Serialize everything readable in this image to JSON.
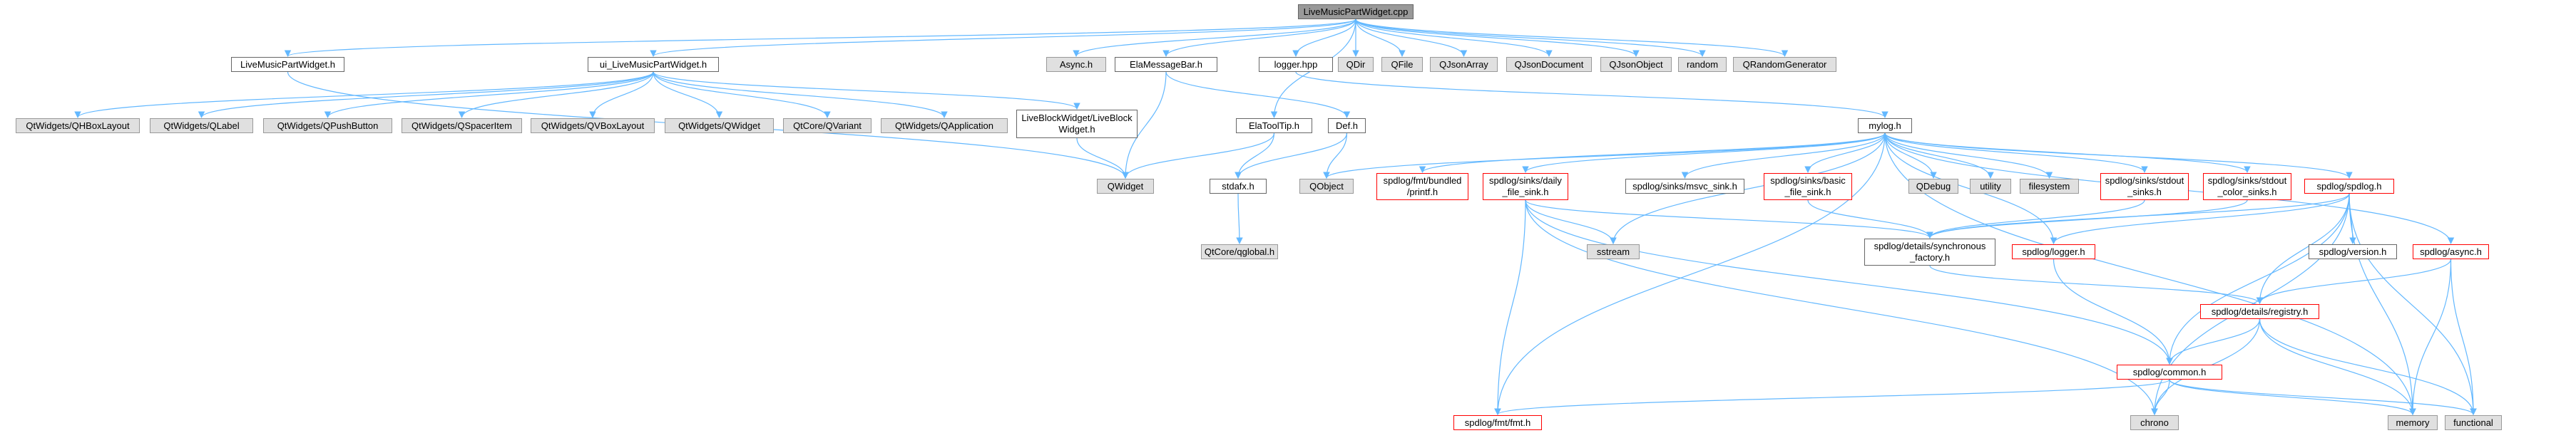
{
  "graph": {
    "edge_color": "#63b8ff",
    "colors": {
      "internal_border": "#666666",
      "missing_border": "#ff0000",
      "external_fill": "#e0e0e0",
      "root_fill": "#999999"
    },
    "nodes": [
      {
        "id": "root",
        "label": "LiveMusicPartWidget.cpp",
        "kind": "root"
      },
      {
        "id": "lmpw_h",
        "label": "LiveMusicPartWidget.h",
        "kind": "white"
      },
      {
        "id": "ui_lmpw_h",
        "label": "ui_LiveMusicPartWidget.h",
        "kind": "white"
      },
      {
        "id": "async_h",
        "label": "Async.h",
        "kind": "grey"
      },
      {
        "id": "ela_h",
        "label": "ElaMessageBar.h",
        "kind": "white"
      },
      {
        "id": "logger_hpp",
        "label": "logger.hpp",
        "kind": "white"
      },
      {
        "id": "qdir",
        "label": "QDir",
        "kind": "grey"
      },
      {
        "id": "qfile",
        "label": "QFile",
        "kind": "grey"
      },
      {
        "id": "qjsonarray",
        "label": "QJsonArray",
        "kind": "grey"
      },
      {
        "id": "qjsondocument",
        "label": "QJsonDocument",
        "kind": "grey"
      },
      {
        "id": "qjsonobject",
        "label": "QJsonObject",
        "kind": "grey"
      },
      {
        "id": "random",
        "label": "random",
        "kind": "grey"
      },
      {
        "id": "qrandomgenerator",
        "label": "QRandomGenerator",
        "kind": "grey"
      },
      {
        "id": "qhbox",
        "label": "QtWidgets/QHBoxLayout",
        "kind": "grey"
      },
      {
        "id": "qlabel",
        "label": "QtWidgets/QLabel",
        "kind": "grey"
      },
      {
        "id": "qpushbutton",
        "label": "QtWidgets/QPushButton",
        "kind": "grey"
      },
      {
        "id": "qspacer",
        "label": "QtWidgets/QSpacerItem",
        "kind": "grey"
      },
      {
        "id": "qvbox",
        "label": "QtWidgets/QVBoxLayout",
        "kind": "grey"
      },
      {
        "id": "qwidget_w",
        "label": "QtWidgets/QWidget",
        "kind": "grey"
      },
      {
        "id": "qvariant",
        "label": "QtCore/QVariant",
        "kind": "grey"
      },
      {
        "id": "qapplication",
        "label": "QtWidgets/QApplication",
        "kind": "grey"
      },
      {
        "id": "liveblock",
        "label": "LiveBlockWidget/LiveBlock Widget.h",
        "kind": "white"
      },
      {
        "id": "elatooltip",
        "label": "ElaToolTip.h",
        "kind": "white"
      },
      {
        "id": "def_h",
        "label": "Def.h",
        "kind": "white"
      },
      {
        "id": "mylog",
        "label": "mylog.h",
        "kind": "white"
      },
      {
        "id": "qwidget",
        "label": "QWidget",
        "kind": "grey"
      },
      {
        "id": "stdafx",
        "label": "stdafx.h",
        "kind": "white"
      },
      {
        "id": "qobject",
        "label": "QObject",
        "kind": "grey"
      },
      {
        "id": "qglobal",
        "label": "QtCore/qglobal.h",
        "kind": "grey"
      },
      {
        "id": "printf",
        "label": "spdlog/fmt/bundled /printf.h",
        "kind": "red"
      },
      {
        "id": "daily",
        "label": "spdlog/sinks/daily _file_sink.h",
        "kind": "red"
      },
      {
        "id": "msvc",
        "label": "spdlog/sinks/msvc_sink.h",
        "kind": "white"
      },
      {
        "id": "basic",
        "label": "spdlog/sinks/basic _file_sink.h",
        "kind": "red"
      },
      {
        "id": "qdebug",
        "label": "QDebug",
        "kind": "grey"
      },
      {
        "id": "utility",
        "label": "utility",
        "kind": "grey"
      },
      {
        "id": "filesystem",
        "label": "filesystem",
        "kind": "grey"
      },
      {
        "id": "stdout",
        "label": "spdlog/sinks/stdout _sinks.h",
        "kind": "red"
      },
      {
        "id": "stdout_color",
        "label": "spdlog/sinks/stdout _color_sinks.h",
        "kind": "red"
      },
      {
        "id": "spdlog_h",
        "label": "spdlog/spdlog.h",
        "kind": "red"
      },
      {
        "id": "sstream",
        "label": "sstream",
        "kind": "grey"
      },
      {
        "id": "sync_factory",
        "label": "spdlog/details/synchronous _factory.h",
        "kind": "white"
      },
      {
        "id": "logger_h",
        "label": "spdlog/logger.h",
        "kind": "red"
      },
      {
        "id": "version",
        "label": "spdlog/version.h",
        "kind": "white"
      },
      {
        "id": "async_sp",
        "label": "spdlog/async.h",
        "kind": "red"
      },
      {
        "id": "registry",
        "label": "spdlog/details/registry.h",
        "kind": "red"
      },
      {
        "id": "common",
        "label": "spdlog/common.h",
        "kind": "red"
      },
      {
        "id": "fmt",
        "label": "spdlog/fmt/fmt.h",
        "kind": "red"
      },
      {
        "id": "chrono",
        "label": "chrono",
        "kind": "grey"
      },
      {
        "id": "memory",
        "label": "memory",
        "kind": "grey"
      },
      {
        "id": "functional",
        "label": "functional",
        "kind": "grey"
      }
    ],
    "edges": [
      [
        "root",
        "lmpw_h"
      ],
      [
        "root",
        "ui_lmpw_h"
      ],
      [
        "root",
        "async_h"
      ],
      [
        "root",
        "ela_h"
      ],
      [
        "root",
        "elatooltip"
      ],
      [
        "root",
        "logger_hpp"
      ],
      [
        "root",
        "qdir"
      ],
      [
        "root",
        "qfile"
      ],
      [
        "root",
        "qjsonarray"
      ],
      [
        "root",
        "qjsondocument"
      ],
      [
        "root",
        "qjsonobject"
      ],
      [
        "root",
        "random"
      ],
      [
        "root",
        "qrandomgenerator"
      ],
      [
        "lmpw_h",
        "qwidget"
      ],
      [
        "ui_lmpw_h",
        "qhbox"
      ],
      [
        "ui_lmpw_h",
        "qlabel"
      ],
      [
        "ui_lmpw_h",
        "qpushbutton"
      ],
      [
        "ui_lmpw_h",
        "qspacer"
      ],
      [
        "ui_lmpw_h",
        "qvbox"
      ],
      [
        "ui_lmpw_h",
        "qwidget_w"
      ],
      [
        "ui_lmpw_h",
        "qvariant"
      ],
      [
        "ui_lmpw_h",
        "qapplication"
      ],
      [
        "ui_lmpw_h",
        "liveblock"
      ],
      [
        "liveblock",
        "qwidget"
      ],
      [
        "ela_h",
        "qwidget"
      ],
      [
        "ela_h",
        "def_h"
      ],
      [
        "elatooltip",
        "qwidget"
      ],
      [
        "elatooltip",
        "stdafx"
      ],
      [
        "def_h",
        "stdafx"
      ],
      [
        "def_h",
        "qobject"
      ],
      [
        "stdafx",
        "qglobal"
      ],
      [
        "logger_hpp",
        "mylog"
      ],
      [
        "mylog",
        "qobject"
      ],
      [
        "mylog",
        "printf"
      ],
      [
        "mylog",
        "daily"
      ],
      [
        "mylog",
        "msvc"
      ],
      [
        "mylog",
        "basic"
      ],
      [
        "mylog",
        "qdebug"
      ],
      [
        "mylog",
        "utility"
      ],
      [
        "mylog",
        "filesystem"
      ],
      [
        "mylog",
        "stdout"
      ],
      [
        "mylog",
        "stdout_color"
      ],
      [
        "mylog",
        "spdlog_h"
      ],
      [
        "mylog",
        "async_sp"
      ],
      [
        "mylog",
        "sstream"
      ],
      [
        "mylog",
        "fmt"
      ],
      [
        "mylog",
        "memory"
      ],
      [
        "mylog",
        "logger_h"
      ],
      [
        "daily",
        "sstream"
      ],
      [
        "daily",
        "sync_factory"
      ],
      [
        "daily",
        "fmt"
      ],
      [
        "daily",
        "common"
      ],
      [
        "daily",
        "chrono"
      ],
      [
        "basic",
        "sync_factory"
      ],
      [
        "stdout",
        "sync_factory"
      ],
      [
        "stdout_color",
        "sync_factory"
      ],
      [
        "spdlog_h",
        "sync_factory"
      ],
      [
        "spdlog_h",
        "logger_h"
      ],
      [
        "spdlog_h",
        "version"
      ],
      [
        "spdlog_h",
        "registry"
      ],
      [
        "spdlog_h",
        "common"
      ],
      [
        "spdlog_h",
        "chrono"
      ],
      [
        "spdlog_h",
        "memory"
      ],
      [
        "spdlog_h",
        "functional"
      ],
      [
        "sync_factory",
        "registry"
      ],
      [
        "logger_h",
        "common"
      ],
      [
        "async_sp",
        "registry"
      ],
      [
        "async_sp",
        "memory"
      ],
      [
        "async_sp",
        "functional"
      ],
      [
        "registry",
        "common"
      ],
      [
        "registry",
        "chrono"
      ],
      [
        "registry",
        "memory"
      ],
      [
        "registry",
        "functional"
      ],
      [
        "common",
        "fmt"
      ],
      [
        "common",
        "chrono"
      ],
      [
        "common",
        "memory"
      ],
      [
        "common",
        "functional"
      ]
    ]
  }
}
